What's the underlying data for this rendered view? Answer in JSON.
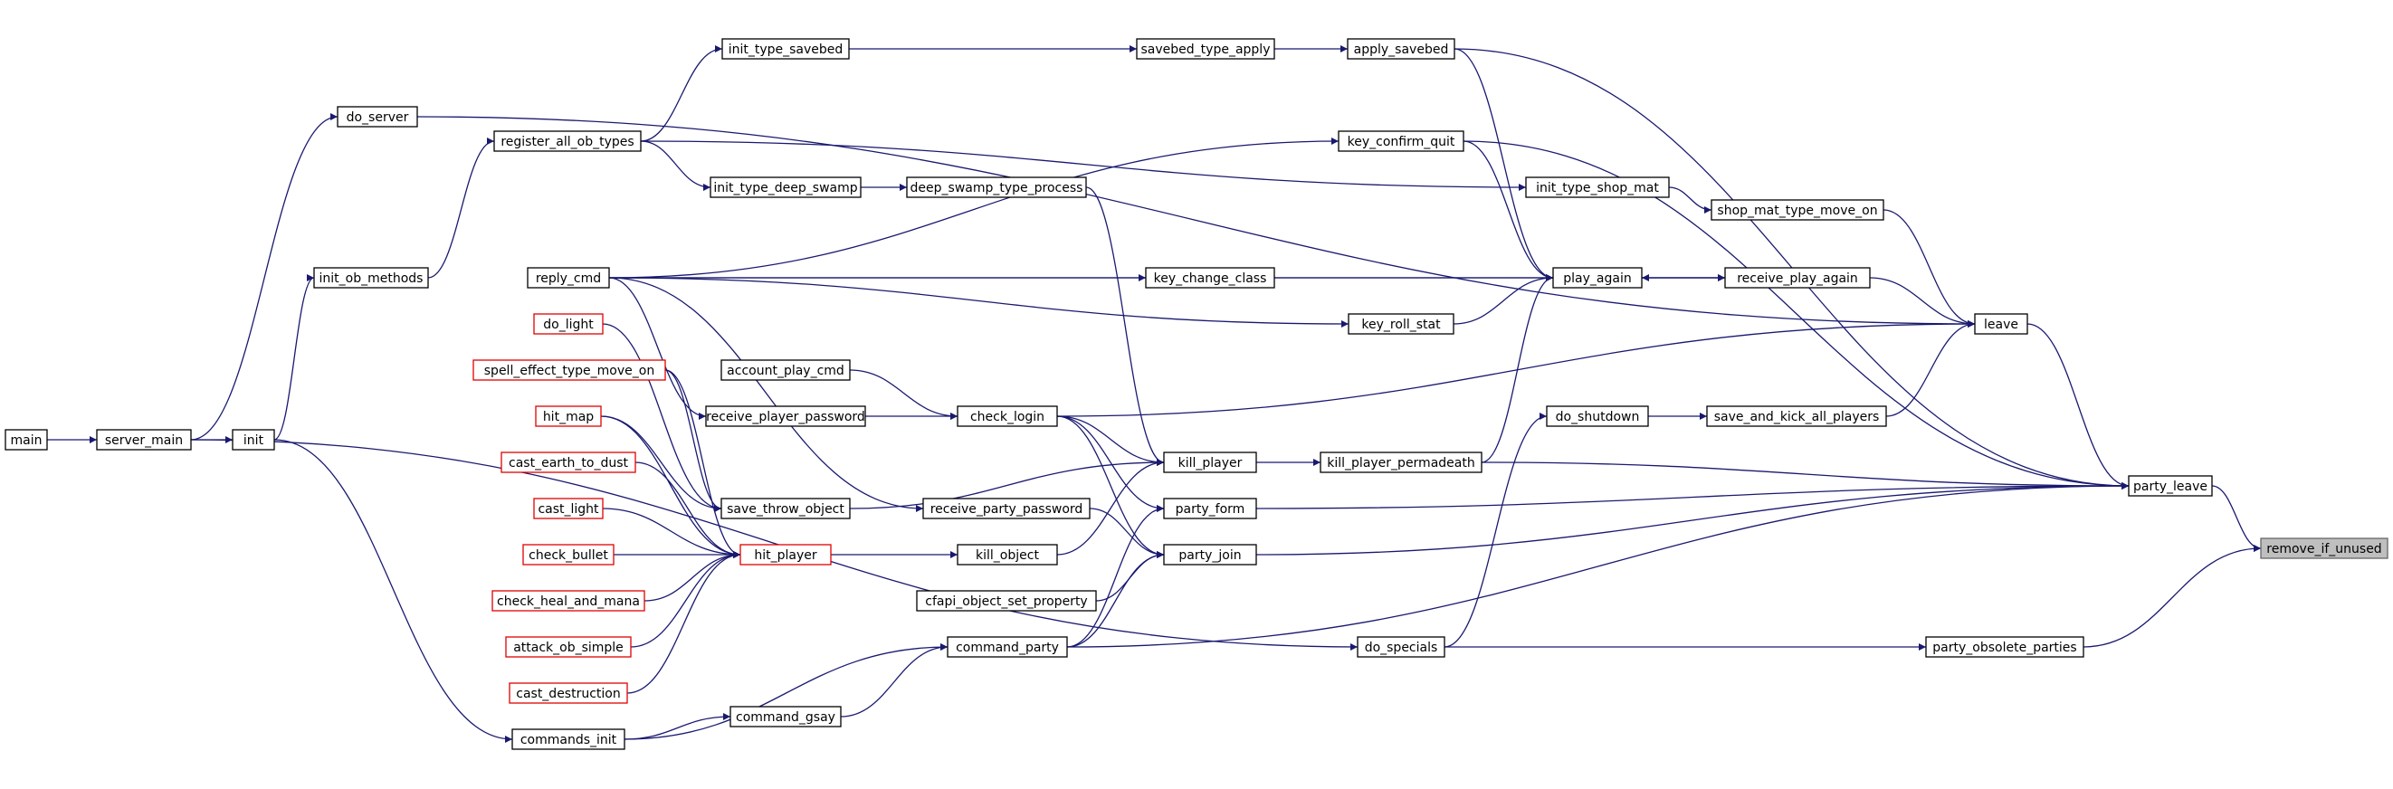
{
  "diagram": {
    "type": "call-graph",
    "colors": {
      "edge": "#191970",
      "node_border": "#000000",
      "truncated_border": "#e00000",
      "focus_fill": "#bfbfbf"
    },
    "nodes": [
      {
        "id": "main",
        "label": "main"
      },
      {
        "id": "server_main",
        "label": "server_main"
      },
      {
        "id": "init",
        "label": "init"
      },
      {
        "id": "do_server",
        "label": "do_server"
      },
      {
        "id": "init_ob_methods",
        "label": "init_ob_methods"
      },
      {
        "id": "register_all_ob_types",
        "label": "register_all_ob_types"
      },
      {
        "id": "reply_cmd",
        "label": "reply_cmd"
      },
      {
        "id": "do_light",
        "label": "do_light",
        "truncated": true
      },
      {
        "id": "spell_effect_type_move_on",
        "label": "spell_effect_type_move_on",
        "truncated": true
      },
      {
        "id": "hit_map",
        "label": "hit_map",
        "truncated": true
      },
      {
        "id": "cast_earth_to_dust",
        "label": "cast_earth_to_dust",
        "truncated": true
      },
      {
        "id": "cast_light",
        "label": "cast_light",
        "truncated": true
      },
      {
        "id": "check_bullet",
        "label": "check_bullet",
        "truncated": true
      },
      {
        "id": "check_heal_and_mana",
        "label": "check_heal_and_mana",
        "truncated": true
      },
      {
        "id": "attack_ob_simple",
        "label": "attack_ob_simple",
        "truncated": true
      },
      {
        "id": "cast_destruction",
        "label": "cast_destruction",
        "truncated": true
      },
      {
        "id": "commands_init",
        "label": "commands_init"
      },
      {
        "id": "init_type_savebed",
        "label": "init_type_savebed"
      },
      {
        "id": "init_type_deep_swamp",
        "label": "init_type_deep_swamp"
      },
      {
        "id": "account_play_cmd",
        "label": "account_play_cmd"
      },
      {
        "id": "receive_player_password",
        "label": "receive_player_password"
      },
      {
        "id": "save_throw_object",
        "label": "save_throw_object"
      },
      {
        "id": "hit_player",
        "label": "hit_player",
        "truncated": true
      },
      {
        "id": "command_gsay",
        "label": "command_gsay"
      },
      {
        "id": "savebed_type_apply",
        "label": "savebed_type_apply"
      },
      {
        "id": "deep_swamp_type_process",
        "label": "deep_swamp_type_process"
      },
      {
        "id": "check_login",
        "label": "check_login"
      },
      {
        "id": "receive_party_password",
        "label": "receive_party_password"
      },
      {
        "id": "kill_object",
        "label": "kill_object"
      },
      {
        "id": "cfapi_object_set_property",
        "label": "cfapi_object_set_property"
      },
      {
        "id": "command_party",
        "label": "command_party"
      },
      {
        "id": "key_change_class",
        "label": "key_change_class"
      },
      {
        "id": "kill_player",
        "label": "kill_player"
      },
      {
        "id": "party_form",
        "label": "party_form"
      },
      {
        "id": "party_join",
        "label": "party_join"
      },
      {
        "id": "apply_savebed",
        "label": "apply_savebed"
      },
      {
        "id": "key_confirm_quit",
        "label": "key_confirm_quit"
      },
      {
        "id": "key_roll_stat",
        "label": "key_roll_stat"
      },
      {
        "id": "kill_player_permadeath",
        "label": "kill_player_permadeath"
      },
      {
        "id": "do_specials",
        "label": "do_specials"
      },
      {
        "id": "init_type_shop_mat",
        "label": "init_type_shop_mat"
      },
      {
        "id": "play_again",
        "label": "play_again"
      },
      {
        "id": "do_shutdown",
        "label": "do_shutdown"
      },
      {
        "id": "shop_mat_type_move_on",
        "label": "shop_mat_type_move_on"
      },
      {
        "id": "receive_play_again",
        "label": "receive_play_again"
      },
      {
        "id": "save_and_kick_all_players",
        "label": "save_and_kick_all_players"
      },
      {
        "id": "party_obsolete_parties",
        "label": "party_obsolete_parties"
      },
      {
        "id": "leave",
        "label": "leave"
      },
      {
        "id": "party_leave",
        "label": "party_leave"
      },
      {
        "id": "remove_if_unused",
        "label": "remove_if_unused",
        "focus": true
      }
    ],
    "edges": [
      [
        "main",
        "server_main"
      ],
      [
        "server_main",
        "init"
      ],
      [
        "server_main",
        "do_server"
      ],
      [
        "init",
        "init_ob_methods"
      ],
      [
        "init",
        "commands_init"
      ],
      [
        "init_ob_methods",
        "register_all_ob_types"
      ],
      [
        "register_all_ob_types",
        "init_type_savebed"
      ],
      [
        "register_all_ob_types",
        "init_type_deep_swamp"
      ],
      [
        "register_all_ob_types",
        "init_type_shop_mat"
      ],
      [
        "init_type_savebed",
        "savebed_type_apply"
      ],
      [
        "savebed_type_apply",
        "apply_savebed"
      ],
      [
        "init_type_deep_swamp",
        "deep_swamp_type_process"
      ],
      [
        "deep_swamp_type_process",
        "kill_player"
      ],
      [
        "init_type_shop_mat",
        "shop_mat_type_move_on"
      ],
      [
        "shop_mat_type_move_on",
        "leave"
      ],
      [
        "reply_cmd",
        "key_confirm_quit"
      ],
      [
        "reply_cmd",
        "key_change_class"
      ],
      [
        "reply_cmd",
        "key_roll_stat"
      ],
      [
        "reply_cmd",
        "receive_play_again"
      ],
      [
        "reply_cmd",
        "receive_player_password"
      ],
      [
        "reply_cmd",
        "receive_party_password"
      ],
      [
        "account_play_cmd",
        "check_login"
      ],
      [
        "receive_player_password",
        "check_login"
      ],
      [
        "check_login",
        "leave"
      ],
      [
        "check_login",
        "kill_player"
      ],
      [
        "check_login",
        "party_form"
      ],
      [
        "check_login",
        "party_join"
      ],
      [
        "do_light",
        "save_throw_object"
      ],
      [
        "spell_effect_type_move_on",
        "save_throw_object"
      ],
      [
        "hit_map",
        "save_throw_object"
      ],
      [
        "spell_effect_type_move_on",
        "hit_player"
      ],
      [
        "hit_map",
        "hit_player"
      ],
      [
        "cast_earth_to_dust",
        "hit_player"
      ],
      [
        "cast_light",
        "hit_player"
      ],
      [
        "check_bullet",
        "hit_player"
      ],
      [
        "check_heal_and_mana",
        "hit_player"
      ],
      [
        "attack_ob_simple",
        "hit_player"
      ],
      [
        "cast_destruction",
        "hit_player"
      ],
      [
        "save_throw_object",
        "kill_player"
      ],
      [
        "hit_player",
        "kill_object"
      ],
      [
        "kill_object",
        "kill_player"
      ],
      [
        "kill_player",
        "kill_player_permadeath"
      ],
      [
        "kill_player_permadeath",
        "play_again"
      ],
      [
        "kill_player_permadeath",
        "party_leave"
      ],
      [
        "key_change_class",
        "play_again"
      ],
      [
        "key_roll_stat",
        "play_again"
      ],
      [
        "key_confirm_quit",
        "play_again"
      ],
      [
        "key_confirm_quit",
        "party_leave"
      ],
      [
        "apply_savebed",
        "play_again"
      ],
      [
        "apply_savebed",
        "party_leave"
      ],
      [
        "play_again",
        "receive_play_again"
      ],
      [
        "receive_play_again",
        "play_again"
      ],
      [
        "receive_play_again",
        "leave"
      ],
      [
        "do_server",
        "leave"
      ],
      [
        "leave",
        "party_leave"
      ],
      [
        "save_and_kick_all_players",
        "leave"
      ],
      [
        "do_shutdown",
        "save_and_kick_all_players"
      ],
      [
        "do_specials",
        "do_shutdown"
      ],
      [
        "server_main",
        "do_specials"
      ],
      [
        "do_specials",
        "party_obsolete_parties"
      ],
      [
        "party_obsolete_parties",
        "remove_if_unused"
      ],
      [
        "commands_init",
        "command_gsay"
      ],
      [
        "commands_init",
        "command_party"
      ],
      [
        "command_gsay",
        "command_party"
      ],
      [
        "command_party",
        "party_form"
      ],
      [
        "command_party",
        "party_join"
      ],
      [
        "command_party",
        "party_leave"
      ],
      [
        "receive_party_password",
        "party_join"
      ],
      [
        "cfapi_object_set_property",
        "party_join"
      ],
      [
        "party_form",
        "party_leave"
      ],
      [
        "party_join",
        "party_leave"
      ],
      [
        "party_leave",
        "remove_if_unused"
      ]
    ]
  }
}
